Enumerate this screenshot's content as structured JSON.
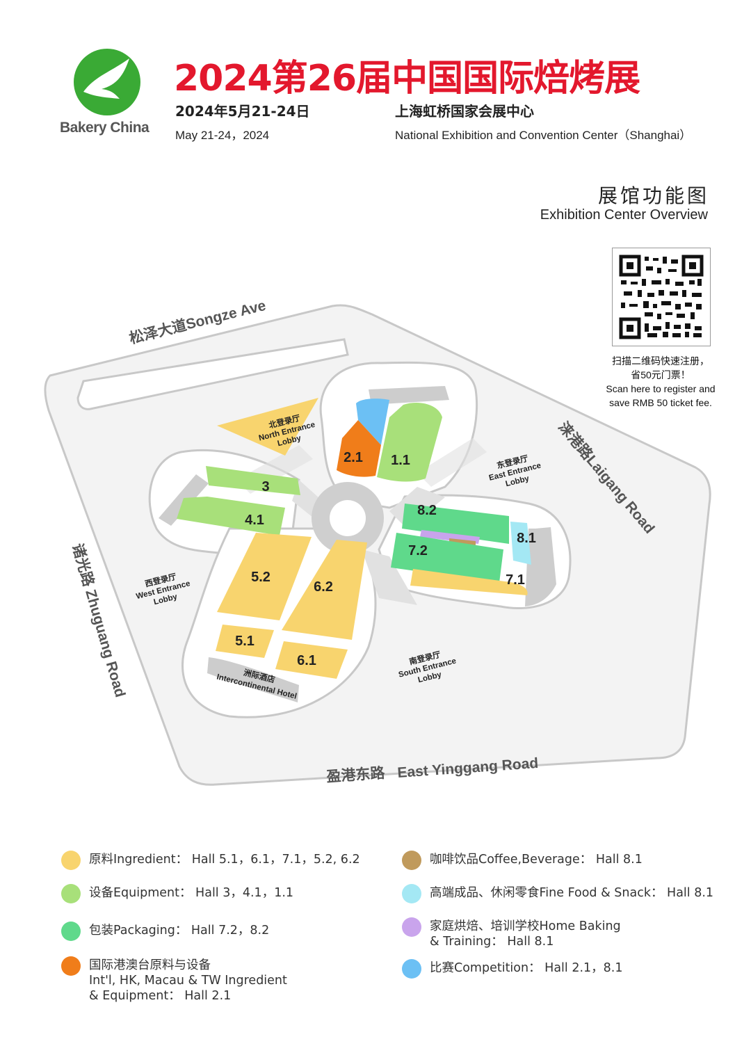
{
  "header": {
    "brand": "Bakery China",
    "title": "2024第26届中国国际焙烤展",
    "date_cn": "2024年5月21-24日",
    "date_en": "May 21-24，2024",
    "venue_cn": "上海虹桥国家会展中心",
    "venue_en": "National Exhibition and Convention Center（Shanghai）"
  },
  "overview": {
    "title_cn": "展馆功能图",
    "title_en": "Exhibition Center Overview"
  },
  "qr": {
    "note": "扫描二维码快速注册，\n省50元门票！\nScan here to register and\nsave RMB 50 ticket fee."
  },
  "roads": {
    "north": "松泽大道Songze Ave",
    "east": "涞港路Laigang Road",
    "west": "诸光路 Zhuguang Road",
    "south_cn": "盈港东路",
    "south_en": "East Yinggang Road"
  },
  "lobbies": {
    "north": [
      "北登录厅",
      "North Entrance",
      "Lobby"
    ],
    "east": [
      "东登录厅",
      "East Entrance",
      "Lobby"
    ],
    "west": [
      "西登录厅",
      "West  Entrance",
      "Lobby"
    ],
    "south": [
      "南登录厅",
      "South  Entrance",
      "Lobby"
    ],
    "hotel": [
      "洲际酒店",
      "Intercontinental Hotel"
    ]
  },
  "halls": {
    "h1_1": "1.1",
    "h2_1": "2.1",
    "h3": "3",
    "h4_1": "4.1",
    "h5_1": "5.1",
    "h5_2": "5.2",
    "h6_1": "6.1",
    "h6_2": "6.2",
    "h7_1": "7.1",
    "h7_2": "7.2",
    "h8_1": "8.1",
    "h8_2": "8.2"
  },
  "colors": {
    "ingredient": "#f8d46e",
    "equipment": "#a8e07a",
    "packaging": "#5fd98b",
    "international": "#f07d1a",
    "coffee": "#c09a5c",
    "fine_food": "#a4e8f4",
    "home_baking": "#c9a4ec",
    "competition": "#6cc0f4"
  },
  "legend": [
    {
      "color": "#f8d46e",
      "text": "原料Ingredient： Hall  5.1，6.1，7.1，5.2,  6.2"
    },
    {
      "color": "#c09a5c",
      "text": "咖啡饮品Coffee,Beverage： Hall  8.1"
    },
    {
      "color": "#a8e07a",
      "text": "设备Equipment： Hall  3，4.1，1.1"
    },
    {
      "color": "#a4e8f4",
      "text": "高端成品、休闲零食Fine Food & Snack： Hall  8.1"
    },
    {
      "color": "#5fd98b",
      "text": "包装Packaging： Hall  7.2，8.2"
    },
    {
      "color": "#c9a4ec",
      "text": "家庭烘焙、培训学校Home Baking\n& Training： Hall  8.1"
    },
    {
      "color": "#f07d1a",
      "text": "国际港澳台原料与设备\nInt'l, HK, Macau & TW Ingredient\n & Equipment： Hall  2.1"
    },
    {
      "color": "#6cc0f4",
      "text": "比赛Competition： Hall  2.1，8.1"
    }
  ]
}
